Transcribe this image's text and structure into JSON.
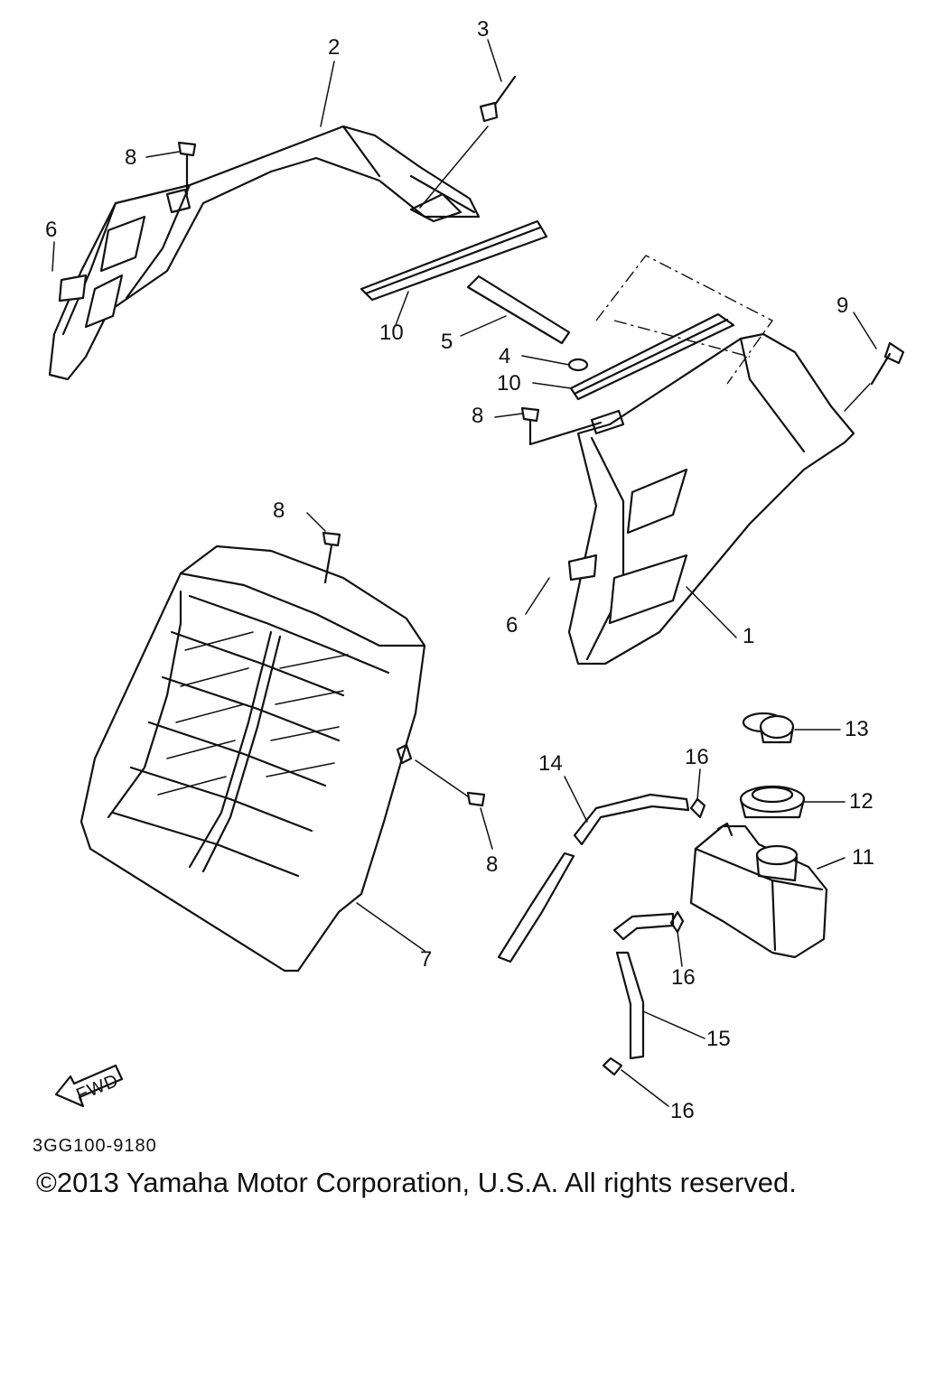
{
  "diagram_code": "3GG100-9180",
  "copyright": "©2013 Yamaha Motor Corporation, U.S.A. All rights reserved.",
  "fwd_arrow_text": "FWD",
  "callouts": {
    "c1": "1",
    "c2": "2",
    "c3": "3",
    "c4": "4",
    "c5": "5",
    "c6a": "6",
    "c6b": "6",
    "c7": "7",
    "c8a": "8",
    "c8b": "8",
    "c8c": "8",
    "c8d": "8",
    "c9": "9",
    "c10a": "10",
    "c10b": "10",
    "c11": "11",
    "c12": "12",
    "c13": "13",
    "c14": "14",
    "c15": "15",
    "c16a": "16",
    "c16b": "16",
    "c16c": "16"
  }
}
